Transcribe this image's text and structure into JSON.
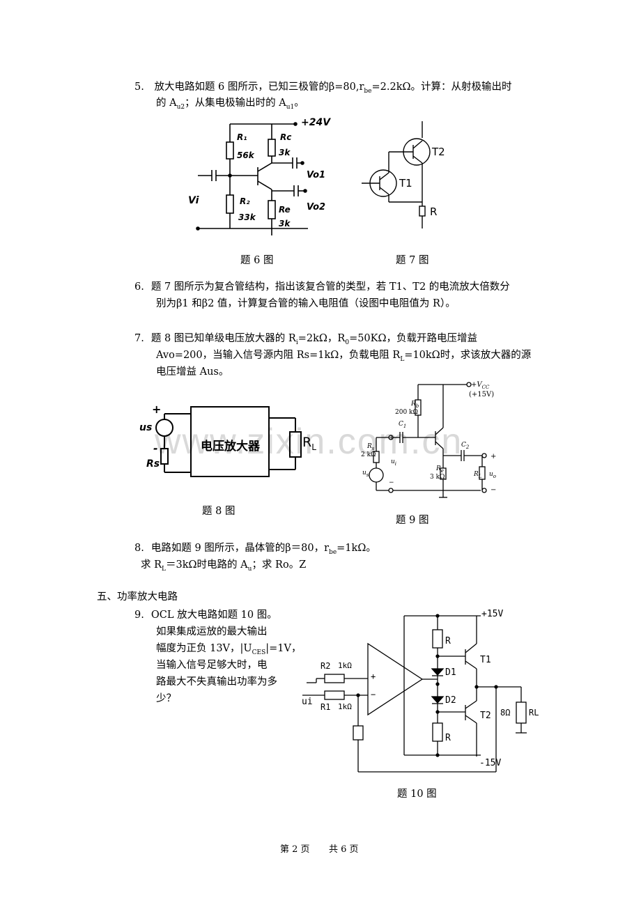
{
  "q5": {
    "num": "5.",
    "line1": "放大电路如题 6 图所示，已知三极管的β=80,r",
    "sub_be": "be",
    "line1_tail": "=2.2kΩ。计算：从射极输出时",
    "line2a": "的 A",
    "sub_u2": "u2",
    "line2b": "；从集电极输出时的 A",
    "sub_u1": "u1",
    "line2c": "。"
  },
  "fig6": {
    "caption": "题 6 图",
    "vcc": "+24V",
    "r1": "R₁",
    "r1v": "56k",
    "rc": "Rc",
    "rcv": "3k",
    "vo1": "Vo1",
    "vi": "Vi",
    "r2": "R₂",
    "r2v": "33k",
    "re": "Re",
    "rev": "3k",
    "vo2": "Vo2"
  },
  "fig7": {
    "caption": "题 7 图",
    "t1": "T1",
    "t2": "T2",
    "r": "R"
  },
  "q6": {
    "num": "6.",
    "line1": "题 7 图所示为复合管结构，指出该复合管的类型，若 T1、T2 的电流放大倍数分",
    "line2": "别为β1 和β2 值，计算复合管的输入电阻值（设图中电阻值为 R）。"
  },
  "q7": {
    "num": "7.",
    "line1a": "题 8 图已知单级电压放大器的 R",
    "sub_i": "i",
    "line1b": "=2kΩ，R",
    "sub_0": "0",
    "line1c": "=50KΩ，负载开路电压增益",
    "line2a": "Avo=200，当输入信号源内阻 Rs=1kΩ，负载电阻 R",
    "sub_l": "L",
    "line2b": "=10kΩ时，求该放大器的源",
    "line3": "电压增益 Aus。"
  },
  "fig8": {
    "caption": "题 8 图",
    "us": "us",
    "rs": "Rs",
    "amp": "电压放大器",
    "rl": "R",
    "rl_sub": "L",
    "plus": "+",
    "minus": "-"
  },
  "fig9": {
    "caption": "题 9 图",
    "vcc": "+V",
    "vcc_sub": "CC",
    "vcc_val": "(+15V)",
    "rb": "R",
    "rb_sub": "b",
    "rbv": "200 kΩ",
    "c1": "C",
    "c1_sub": "1",
    "c2": "C",
    "c2_sub": "2",
    "rs": "R",
    "rs_sub": "s",
    "rsv": "2 kΩ",
    "ui": "u",
    "ui_sub": "i",
    "us": "u",
    "us_sub": "s",
    "re": "R",
    "re_sub": "e",
    "rev": "3 kΩ",
    "rl": "R",
    "rl_sub": "L",
    "uo": "u",
    "uo_sub": "o",
    "plus": "+",
    "minus": "−"
  },
  "q8": {
    "num": "8.",
    "line1a": "电路如题 9 图所示，晶体管的β＝80，r",
    "sub_be": "be",
    "line1b": "=1kΩ。",
    "line2a": "求 R",
    "sub_l": "L",
    "line2b": "＝3kΩ时电路的 A",
    "sub_u": "u",
    "line2c": "；求 Ro。Z"
  },
  "section5": {
    "title": "五、功率放大电路"
  },
  "q9": {
    "num": "9.",
    "l1": "OCL 放大电路如题 10 图。",
    "l2": "如果集成运放的最大输出",
    "l3a": "幅度为正负 13V，|U",
    "l3sub": "CES",
    "l3b": "|=1V，",
    "l4": "当输入信号足够大时，电",
    "l5": "路最大不失真输出功率为多",
    "l6": "少？"
  },
  "fig10": {
    "caption": "题 10 图",
    "vp": "+15V",
    "vn": "-15V",
    "r_top": "R",
    "r_bot": "R",
    "t1": "T1",
    "t2": "T2",
    "d1": "D1",
    "d2": "D2",
    "r2": "R2",
    "r2v": "1kΩ",
    "r1": "R1",
    "r1v": "1kΩ",
    "ui": "ui",
    "load": "8Ω",
    "rl": "RL",
    "plus": "+",
    "minus": "−"
  },
  "footer": {
    "page": "第 2 页",
    "total": "共 6 页"
  },
  "watermark": "www.zixin.com.cn"
}
